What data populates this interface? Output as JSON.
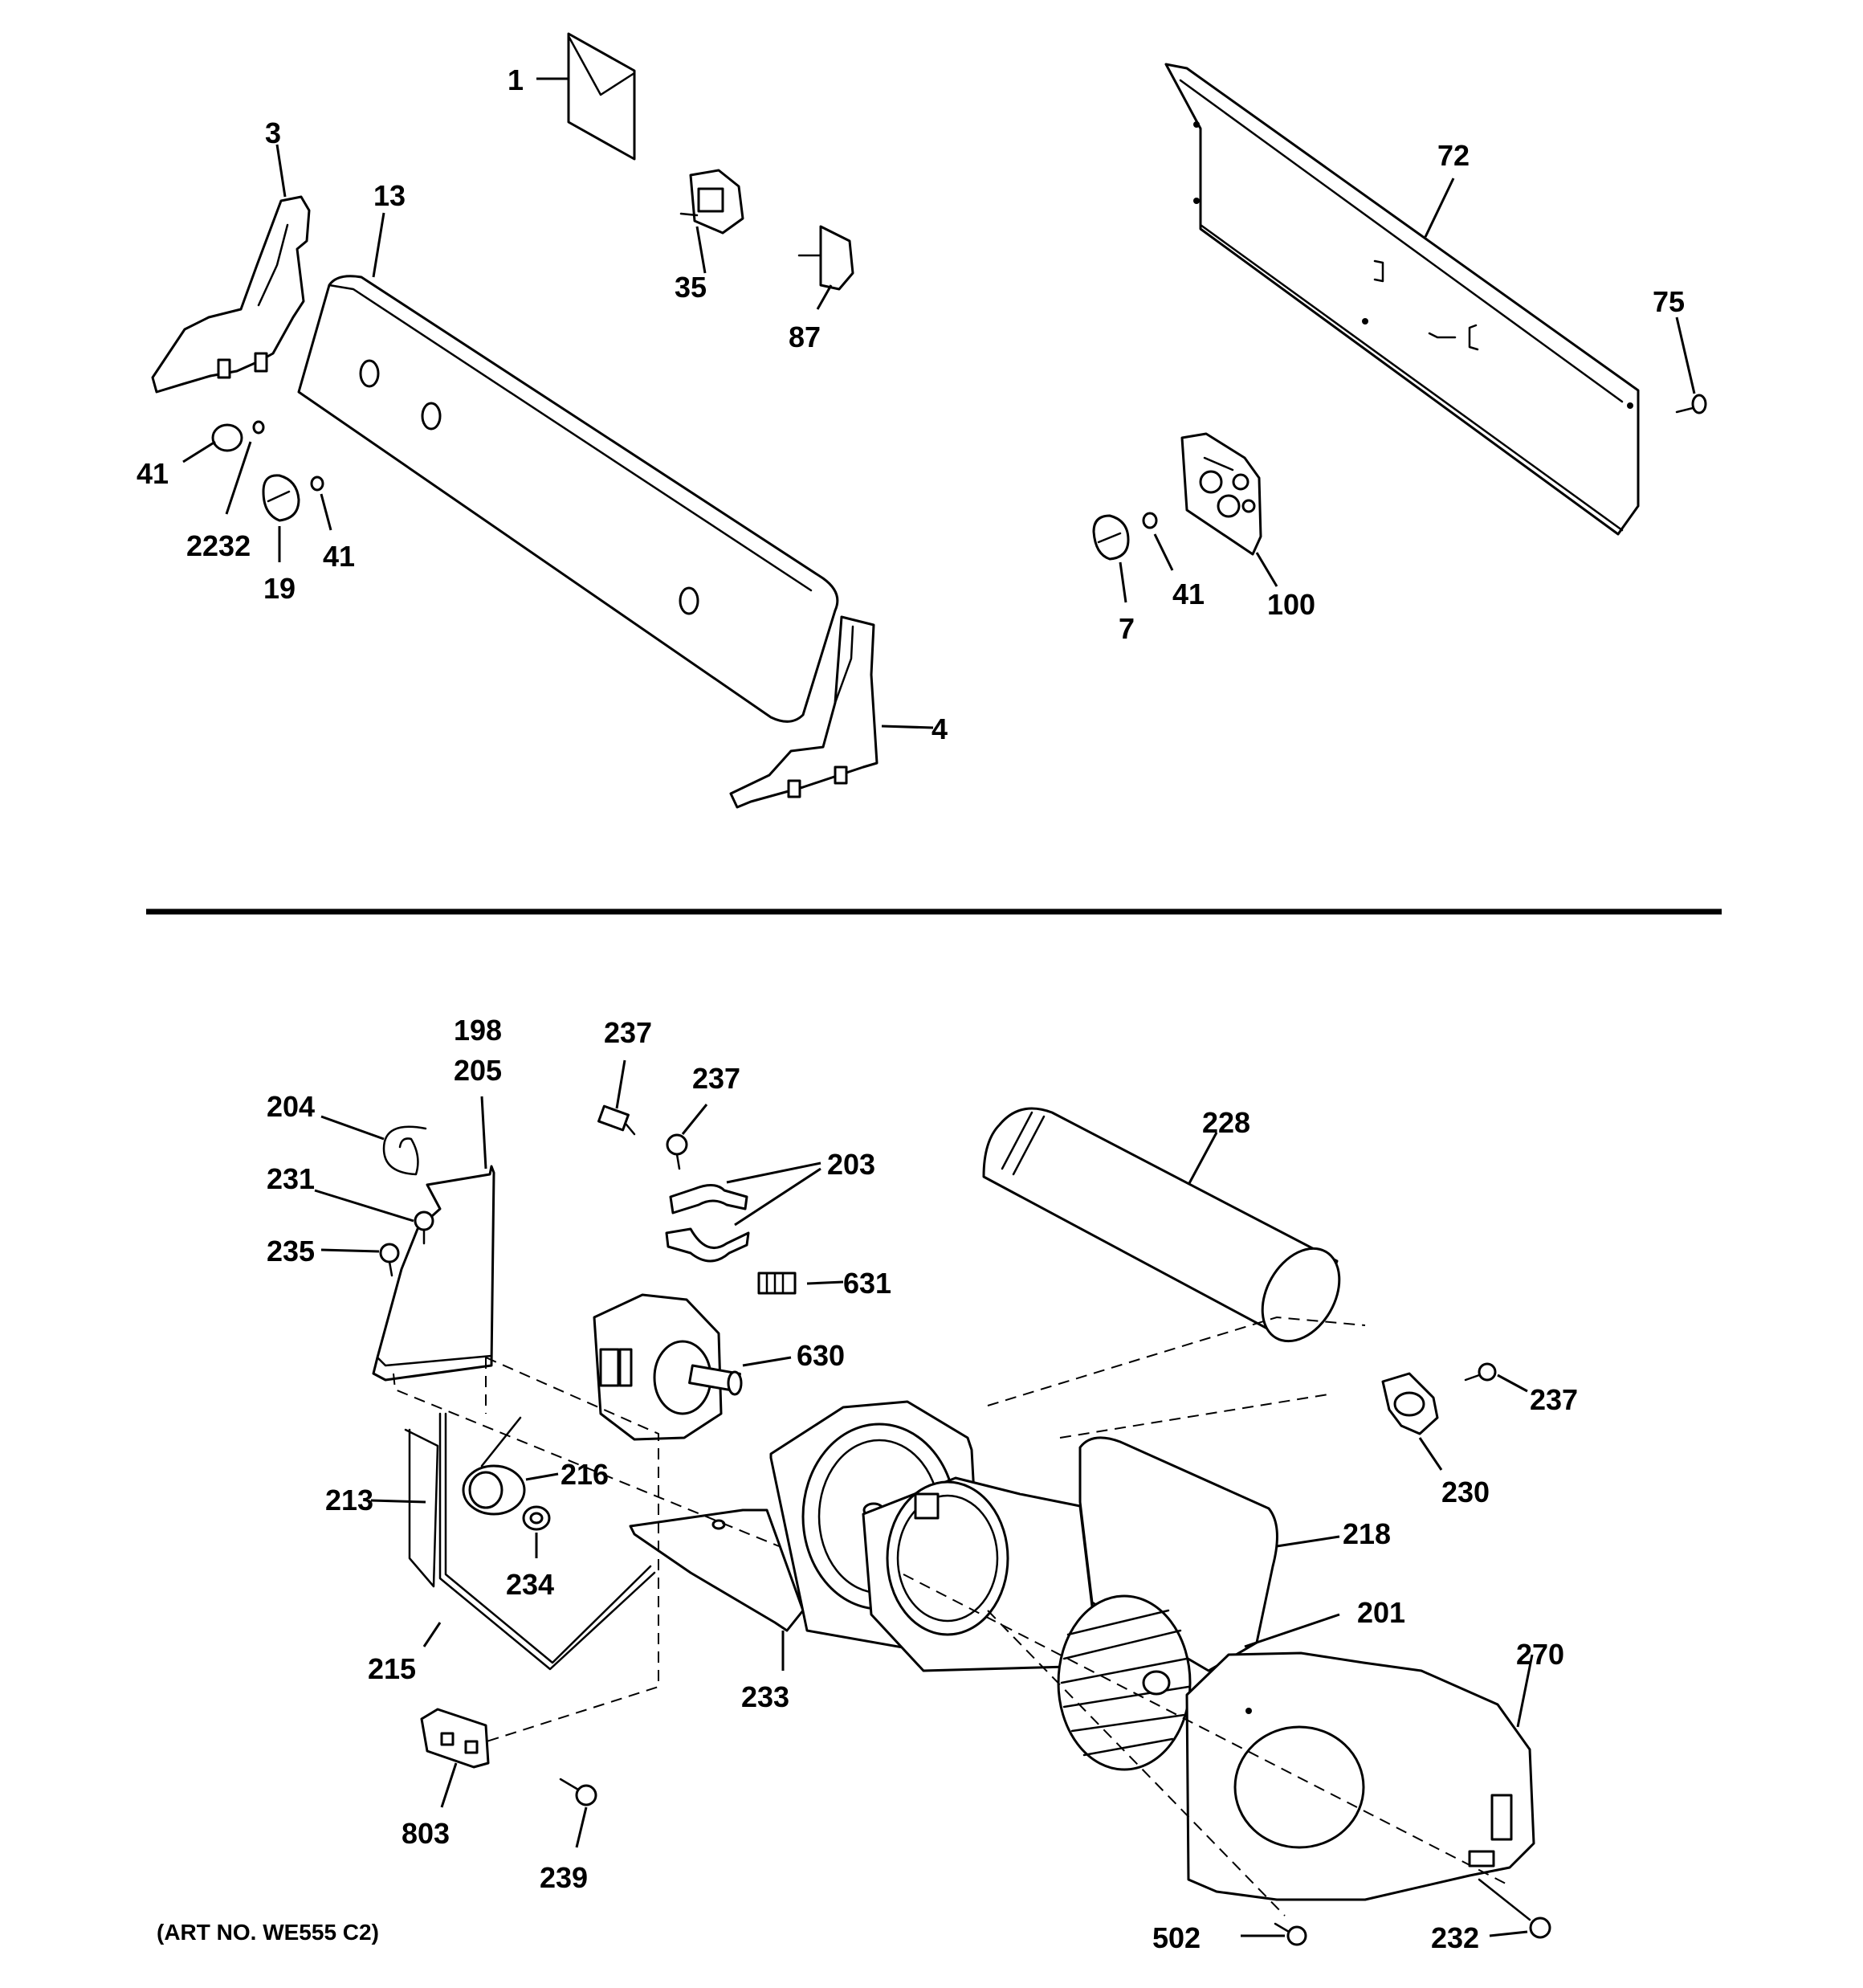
{
  "callouts": {
    "p1": "1",
    "p3": "3",
    "p13": "13",
    "p35": "35",
    "p87": "87",
    "p72": "72",
    "p75": "75",
    "p41a": "41",
    "p2232": "2232",
    "p19": "19",
    "p41b": "41",
    "p41c": "41",
    "p7": "7",
    "p100": "100",
    "p4": "4",
    "p198": "198",
    "p205": "205",
    "p204": "204",
    "p231": "231",
    "p235": "235",
    "p237a": "237",
    "p237b": "237",
    "p203": "203",
    "p631": "631",
    "p630": "630",
    "p228": "228",
    "p237c": "237",
    "p230": "230",
    "p216": "216",
    "p213": "213",
    "p234": "234",
    "p215": "215",
    "p218": "218",
    "p201": "201",
    "p270": "270",
    "p233": "233",
    "p803": "803",
    "p239": "239",
    "p502": "502",
    "p232": "232"
  },
  "art_number": "(ART NO. WE555 C2)"
}
